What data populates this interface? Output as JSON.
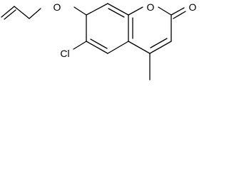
{
  "molecule": {
    "atoms": {
      "ring_oxygen": "O",
      "carbonyl_oxygen": "O",
      "ether_oxygen": "O",
      "chlorine": "Cl"
    }
  },
  "colors": {
    "background": "#ffffff",
    "ink": "#000000"
  }
}
